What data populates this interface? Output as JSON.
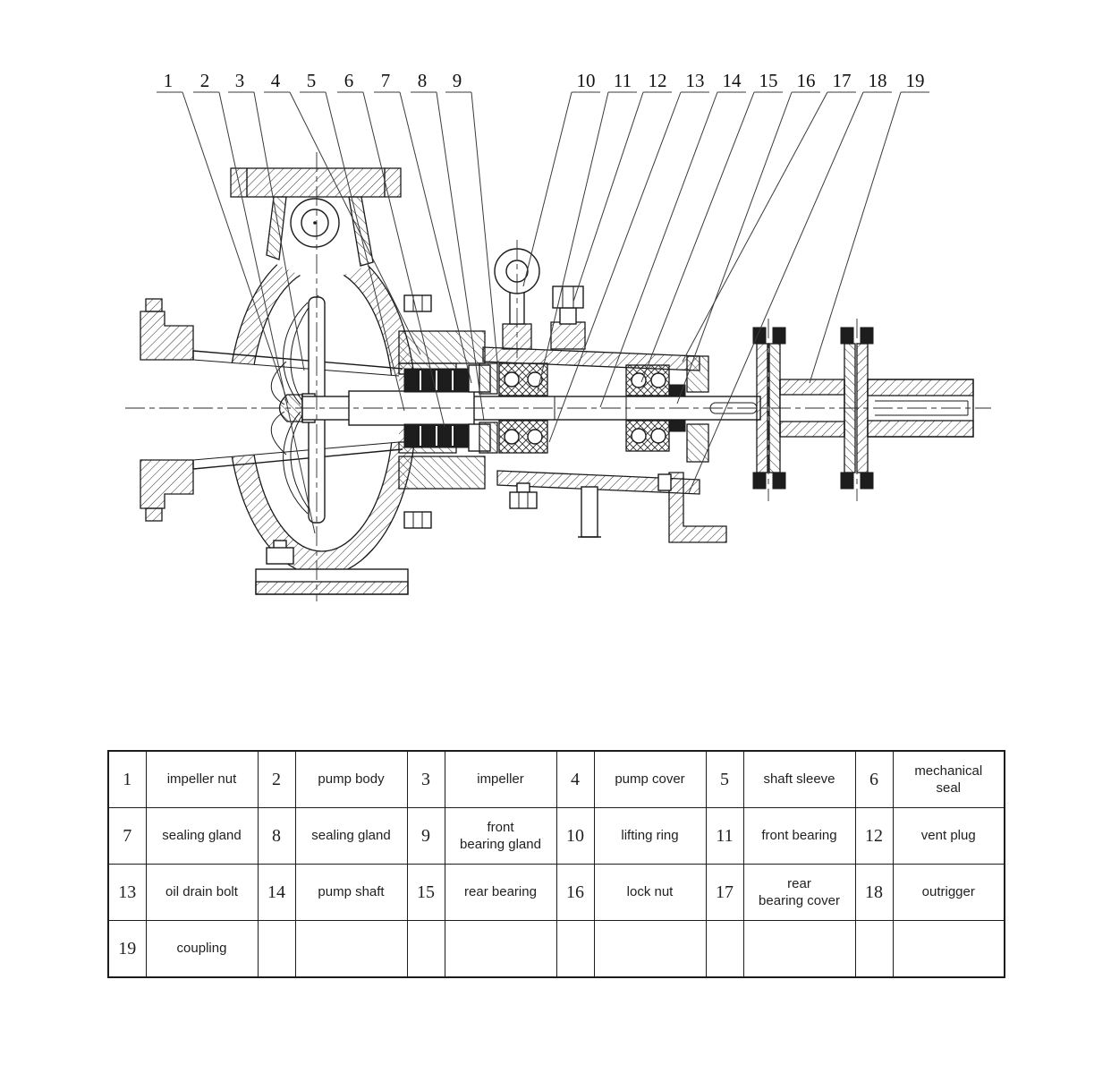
{
  "title": "centrifugal pump sectional drawing with parts list",
  "diagram": {
    "callouts": [
      "1",
      "2",
      "3",
      "4",
      "5",
      "6",
      "7",
      "8",
      "9",
      "10",
      "11",
      "12",
      "13",
      "14",
      "15",
      "16",
      "17",
      "18",
      "19"
    ]
  },
  "parts_table": {
    "rows": [
      [
        {
          "num": "1",
          "label": "impeller nut"
        },
        {
          "num": "2",
          "label": "pump body"
        },
        {
          "num": "3",
          "label": "impeller"
        },
        {
          "num": "4",
          "label": "pump cover"
        },
        {
          "num": "5",
          "label": "shaft sleeve"
        },
        {
          "num": "6",
          "label": "mechanical\nseal"
        }
      ],
      [
        {
          "num": "7",
          "label": "sealing gland"
        },
        {
          "num": "8",
          "label": "sealing gland"
        },
        {
          "num": "9",
          "label": "front\nbearing gland"
        },
        {
          "num": "10",
          "label": "lifting ring"
        },
        {
          "num": "11",
          "label": "front bearing"
        },
        {
          "num": "12",
          "label": "vent plug"
        }
      ],
      [
        {
          "num": "13",
          "label": "oil drain bolt"
        },
        {
          "num": "14",
          "label": "pump shaft"
        },
        {
          "num": "15",
          "label": "rear bearing"
        },
        {
          "num": "16",
          "label": "lock nut"
        },
        {
          "num": "17",
          "label": "rear\nbearing cover"
        },
        {
          "num": "18",
          "label": "outrigger"
        }
      ],
      [
        {
          "num": "19",
          "label": "coupling"
        },
        {
          "num": "",
          "label": ""
        },
        {
          "num": "",
          "label": ""
        },
        {
          "num": "",
          "label": ""
        },
        {
          "num": "",
          "label": ""
        },
        {
          "num": "",
          "label": ""
        }
      ]
    ]
  },
  "colors": {
    "ink": "#1a1a1a",
    "paper": "#ffffff"
  }
}
